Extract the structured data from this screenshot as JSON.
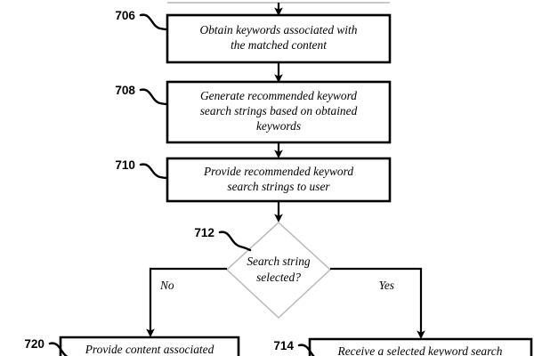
{
  "figure": {
    "kind": "patent-flowchart",
    "clipped_top": true,
    "clipped_bottom": true
  },
  "colors": {
    "stroke": "#000000",
    "diamond_stroke": "#b9b9b9",
    "clipped_stroke": "#c9c9c9",
    "background": "#ffffff"
  },
  "nodes": [
    {
      "ref": "706",
      "shape": "process",
      "lines": [
        "Obtain keywords associated with",
        "the matched content"
      ]
    },
    {
      "ref": "708",
      "shape": "process",
      "lines": [
        "Generate recommended keyword",
        "search strings based on obtained",
        "keywords"
      ]
    },
    {
      "ref": "710",
      "shape": "process",
      "lines": [
        "Provide recommended keyword",
        "search strings to user"
      ]
    },
    {
      "ref": "712",
      "shape": "decision",
      "lines": [
        "Search string",
        "selected?"
      ]
    },
    {
      "ref": "720",
      "shape": "process",
      "lines": [
        "Provide content associated"
      ]
    },
    {
      "ref": "714",
      "shape": "process",
      "lines": [
        "Receive a selected keyword search"
      ]
    }
  ],
  "branches": [
    {
      "label": "No",
      "side": "left"
    },
    {
      "label": "Yes",
      "side": "right"
    }
  ]
}
